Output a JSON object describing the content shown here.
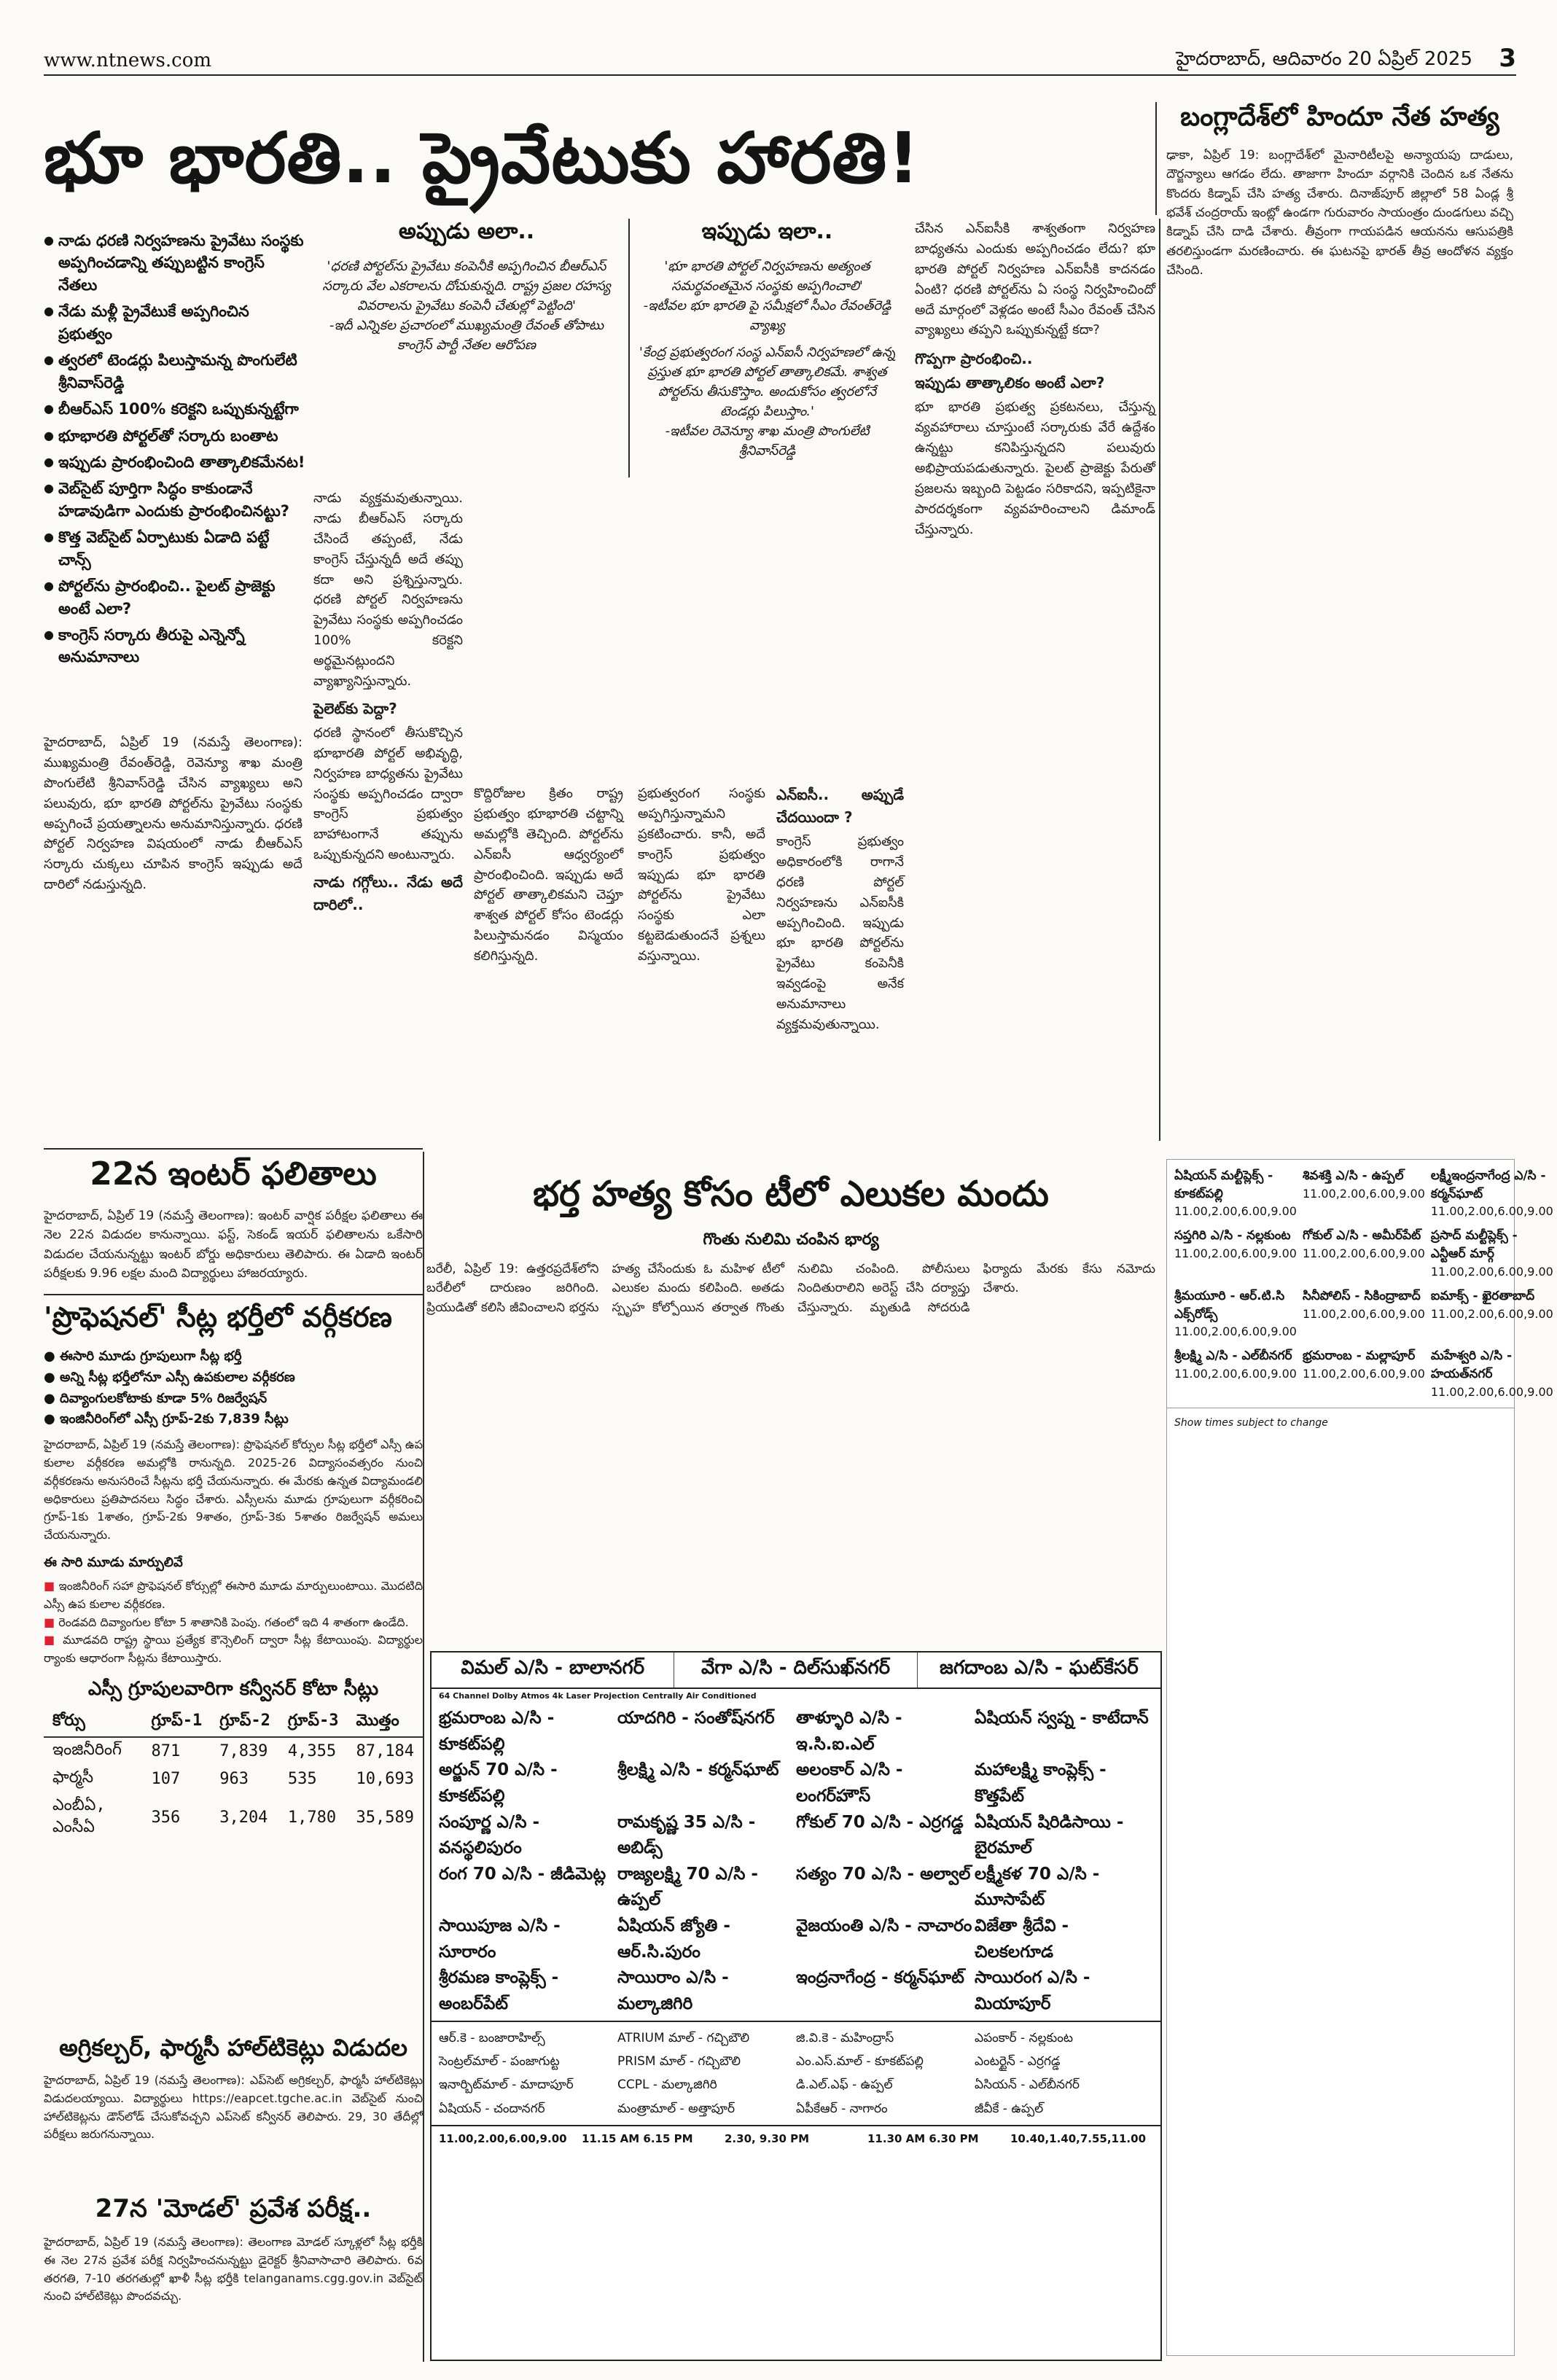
{
  "masthead": {
    "site": "www.ntnews.com",
    "dateline": "హైదరాబాద్‌, ఆదివారం 20 ఏప్రిల్‌ 2025",
    "page": "3"
  },
  "lead": {
    "headline": "భూ భారతి.. ప్రైవేటుకు హారతి!",
    "bullets": [
      "నాడు ధరణి నిర్వహణను ప్రైవేటు సంస్థకు అప్పగించడాన్ని తప్పుబట్టిన కాంగ్రెస్‌ నేతలు",
      "నేడు మళ్లీ ప్రైవేటుకే అప్పగించిన ప్రభుత్వం",
      "త్వరలో టెండర్లు పిలుస్తామన్న పొంగులేటి శ్రీనివాస్‌రెడ్డి",
      "బీఆర్‌ఎస్‌ 100% కరెక్టని ఒప్పుకున్నట్టేగా",
      "భూభారతి పోర్టల్‌తో సర్కారు బంతాట",
      "ఇప్పుడు ప్రారంభించింది తాత్కాలికమేనట!",
      "వెబ్‌సైట్‌ పూర్తిగా సిద్ధం కాకుండానే హడావుడిగా ఎందుకు ప్రారంభించినట్టు?",
      "కొత్త వెబ్‌సైట్‌ ఏర్పాటుకు ఏడాది పట్టే చాన్స్‌",
      "పోర్టల్‌ను ప్రారంభించి.. పైలట్‌ ప్రాజెక్టు అంటే ఎలా?",
      "కాంగ్రెస్‌ సర్కారు తీరుపై ఎన్నెన్నో అనుమానాలు"
    ],
    "then_title": "అప్పుడు అలా..",
    "then_quote": "'ధరణి పోర్టల్‌ను ప్రైవేటు కంపెనీకి అప్పగించిన బీఆర్‌ఎస్‌ సర్కారు వేల ఎకరాలను దోచుకున్నది. రాష్ట్ర ప్రజల రహస్య వివరాలను ప్రైవేటు కంపెనీ చేతుల్లో పెట్టింది'",
    "then_by": "-ఇదీ ఎన్నికల ప్రచారంలో ముఖ్యమంత్రి రేవంత్‌ తోపాటు కాంగ్రెస్‌ పార్టీ నేతల ఆరోపణ",
    "now_title": "ఇప్పుడు ఇలా..",
    "now_quote1": "'భూ భారతి పోర్టల్‌ నిర్వహణను అత్యంత సమర్థవంతమైన సంస్థకు అప్పగించాలి'",
    "now_by1": "-ఇటీవల భూ భారతి పై సమీక్షలో సీఎం రేవంత్‌రెడ్డి వ్యాఖ్య",
    "now_quote2": "'కేంద్ర ప్రభుత్వరంగ సంస్థ ఎన్‌ఐసీ నిర్వహణలో ఉన్న ప్రస్తుత భూ భారతి పోర్టల్‌ తాత్కాలికమే. శాశ్వత పోర్టల్‌ను తీసుకొస్తాం. అందుకోసం త్వరలోనే టెండర్లు పిలుస్తాం.'",
    "now_by2": "-ఇటీవల రెవెన్యూ శాఖ మంత్రి పొంగులేటి శ్రీనివాస్‌రెడ్డి",
    "subhead_pilot": "పైలెట్‌కు పెద్దా?",
    "subhead_nadu": "నాడు గగ్గోలు.. నేడు అదే దారిలో..",
    "subhead_ento": "ఎన్‌ఐసీ.. అప్పుడే చేదయిందా ?",
    "subhead_goppa": "గొప్పగా ప్రారంభించి..",
    "subhead_tatkal": "ఇప్పుడు తాత్కాలికం అంటే ఎలా?",
    "body": [
      "హైదరాబాద్‌, ఏప్రిల్‌ 19 (నమస్తే తెలంగాణ): ముఖ్యమంత్రి రేవంత్‌రెడ్డి, రెవెన్యూ శాఖ మంత్రి పొంగులేటి శ్రీనివాస్‌రెడ్డి చేసిన వ్యాఖ్యలు అని పలువురు, భూ భారతి పోర్టల్‌ను ప్రైవేటు సంస్థకు అప్పగించే ప్రయత్నాలను అనుమానిస్తున్నారు. ధరణి పోర్టల్‌ నిర్వహణ విషయంలో నాడు బీఆర్‌ఎస్‌ సర్కారు చుక్కలు చూపిన కాంగ్రెస్‌ ఇప్పుడు అదే దారిలో నడుస్తున్నది.",
      "నాడు వ్యక్తమవుతున్నాయి. నాడు బీఆర్‌ఎస్‌ సర్కారు చేసిందే తప్పంటే, నేడు కాంగ్రెస్‌ చేస్తున్నదీ అదే తప్పు కదా అని ప్రశ్నిస్తున్నారు. ధరణి పోర్టల్‌ నిర్వహణను ప్రైవేటు సంస్థకు అప్పగించడం 100% కరెక్టని అర్థమైనట్లుందని వ్యాఖ్యానిస్తున్నారు.",
      "ధరణి స్థానంలో తీసుకొచ్చిన భూభారతి పోర్టల్‌ అభివృద్ధి, నిర్వహణ బాధ్యతను ప్రైవేటు సంస్థకు అప్పగించడం ద్వారా కాంగ్రెస్‌ ప్రభుత్వం బాహాటంగానే తప్పును ఒప్పుకున్నదని అంటున్నారు.",
      "కొద్దిరోజుల క్రితం రాష్ట్ర ప్రభుత్వం భూభారతి చట్టాన్ని అమల్లోకి తెచ్చింది. పోర్టల్‌ను ఎన్‌ఐసీ ఆధ్వర్యంలో ప్రారంభించింది. ఇప్పుడు అదే పోర్టల్‌ తాత్కాలికమని చెప్తూ శాశ్వత పోర్టల్‌ కోసం టెండర్లు పిలుస్తామనడం విస్మయం కలిగిస్తున్నది.",
      "ప్రభుత్వరంగ సంస్థకు అప్పగిస్తున్నామని ప్రకటించారు. కానీ, అదే కాంగ్రెస్‌ ప్రభుత్వం ఇప్పుడు భూ భారతి పోర్టల్‌ను ప్రైవేటు సంస్థకు ఎలా కట్టబెడుతుందనే ప్రశ్నలు వస్తున్నాయి.",
      "కాంగ్రెస్‌ ప్రభుత్వం అధికారంలోకి రాగానే ధరణి పోర్టల్‌ నిర్వహణను ఎన్‌ఐసీకి అప్పగించింది. ఇప్పుడు భూ భారతి పోర్టల్‌ను ప్రైవేటు కంపెనీకి ఇవ్వడంపై అనేక అనుమానాలు వ్యక్తమవుతున్నాయి.",
      "చేసిన ఎన్‌ఐసీకి శాశ్వతంగా నిర్వహణ బాధ్యతను ఎందుకు అప్పగించడం లేదు? భూ భారతి పోర్టల్‌ నిర్వహణ ఎన్‌ఐసీకి కాదనడం ఏంటి? ధరణి పోర్టల్‌ను ఏ సంస్థ నిర్వహించిందో అదే మార్గంలో వెళ్లడం అంటే సీఎం రేవంత్‌ చేసిన వ్యాఖ్యలు తప్పని ఒప్పుకున్నట్టే కదా?",
      "భూ భారతి ప్రభుత్వ ప్రకటనలు, చేస్తున్న వ్యవహారాలు చూస్తుంటే సర్కారుకు వేరే ఉద్దేశం ఉన్నట్టు కనిపిస్తున్నదని పలువురు అభిప్రాయపడుతున్నారు. పైలట్‌ ప్రాజెక్టు పేరుతో ప్రజలను ఇబ్బంది పెట్టడం సరికాదని, ఇప్పటికైనా పారదర్శకంగా వ్యవహరించాలని డిమాండ్‌ చేస్తున్నారు."
    ]
  },
  "bangladesh": {
    "title": "బంగ్లాదేశ్‌లో హిందూ నేత హత్య",
    "body": "ఢాకా, ఏప్రిల్‌ 19: బంగ్లాదేశ్‌లో మైనారిటీలపై అన్యాయపు దాడులు, దౌర్జన్యాలు ఆగడం లేదు. తాజాగా హిందూ వర్గానికి చెందిన ఒక నేతను కొందరు కిడ్నాప్‌ చేసి హత్య చేశారు. దినాజ్‌పూర్‌ జిల్లాలో 58 ఏండ్ల శ్రీ భవేశ్‌ చంద్రరాయ్‌ ఇంట్లో ఉండగా గురువారం సాయంత్రం దుండగులు వచ్చి కిడ్నాప్‌ చేసి దాడి చేశారు. తీవ్రంగా గాయపడిన ఆయనను ఆసుపత్రికి తరలిస్తుండగా మరణించారు. ఈ ఘటనపై భారత్‌ తీవ్ర ఆందోళన వ్యక్తం చేసింది."
  },
  "inter": {
    "title": "22న ఇంటర్‌ ఫలితాలు",
    "body": "హైదరాబాద్‌, ఏప్రిల్‌ 19 (నమస్తే తెలంగాణ): ఇంటర్‌ వార్షిక పరీక్షల ఫలితాలు ఈ నెల 22న విడుదల కానున్నాయి. ఫస్ట్‌, సెకండ్‌ ఇయర్‌ ఫలితాలను ఒకేసారి విడుదల చేయనున్నట్టు ఇంటర్‌ బోర్డు అధికారులు తెలిపారు. ఈ ఏడాది ఇంటర్‌ పరీక్షలకు 9.96 లక్షల మంది విద్యార్థులు హాజరయ్యారు."
  },
  "professional": {
    "title": "'ప్రొఫెషనల్‌' సీట్ల భర్తీలో వర్గీకరణ",
    "bullets": [
      "ఈసారి మూడు గ్రూపులుగా సీట్ల భర్తీ",
      "అన్ని సీట్ల భర్తీలోనూ ఎస్సీ ఉపకులాల వర్గీకరణ",
      "దివ్యాంగులకోటాకు కూడా 5% రిజర్వేషన్‌",
      "ఇంజినీరింగ్‌లో ఎస్సీ గ్రూప్‌-2కు 7,839 సీట్లు"
    ],
    "body": "హైదరాబాద్‌, ఏప్రిల్‌ 19 (నమస్తే తెలంగాణ): ప్రొఫెషనల్‌ కోర్సుల సీట్ల భర్తీలో ఎస్సీ ఉప కులాల వర్గీకరణ అమల్లోకి రానున్నది. 2025-26 విద్యాసంవత్సరం నుంచి వర్గీకరణను అనుసరించే సీట్లను భర్తీ చేయనున్నారు. ఈ మేరకు ఉన్నత విద్యామండలి అధికారులు ప్రతిపాదనలు సిద్ధం చేశారు. ఎస్సీలను మూడు గ్రూపులుగా వర్గీకరించి గ్రూప్‌-1కు 1శాతం, గ్రూప్‌-2కు 9శాతం, గ్రూప్‌-3కు 5శాతం రిజర్వేషన్‌ అమలు చేయనున్నారు.",
    "changes_title": "ఈ సారి మూడు మార్పులివే",
    "changes": [
      "ఇంజినీరింగ్‌ సహా ప్రొఫెషనల్‌ కోర్సుల్లో ఈసారి మూడు మార్పులుంటాయి. మొదటిది ఎస్సీ ఉప కులాల వర్గీకరణ.",
      "రెండవది దివ్యాంగుల కోటా 5 శాతానికి పెంపు. గతంలో ఇది 4 శాతంగా ఉండేది.",
      "మూడవది రాష్ట్ర స్థాయి ప్రత్యేక కౌన్సెలింగ్‌ ద్వారా సీట్ల కేటాయింపు. విద్యార్థుల ర్యాంకు ఆధారంగా సీట్లను కేటాయిస్తారు."
    ],
    "table_title": "ఎస్సీ గ్రూపులవారిగా కన్వీనర్‌ కోటా సీట్లు",
    "table_head": [
      "కోర్సు",
      "గ్రూప్‌-1",
      "గ్రూప్‌-2",
      "గ్రూప్‌-3",
      "మొత్తం"
    ],
    "table_rows": [
      [
        "ఇంజినీరింగ్‌",
        "871",
        "7,839",
        "4,355",
        "87,184"
      ],
      [
        "ఫార్మసీ",
        "107",
        "963",
        "535",
        "10,693"
      ],
      [
        "ఎంబీఏ, ఎంసీఏ",
        "356",
        "3,204",
        "1,780",
        "35,589"
      ]
    ]
  },
  "agri": {
    "title": "అగ్రికల్చర్‌, ఫార్మసీ హాల్‌టికెట్లు విడుదల",
    "body": "హైదరాబాద్‌, ఏప్రిల్‌ 19 (నమస్తే తెలంగాణ): ఎప్‌సెట్‌ అగ్రికల్చర్‌, ఫార్మసీ హాల్‌టికెట్లు విడుదలయ్యాయి. విద్యార్థులు https://eapcet.tgche.ac.in వెబ్‌సైట్‌ నుంచి హాల్‌టికెట్లను డౌన్‌లోడ్‌ చేసుకోవచ్చని ఎప్‌సెట్‌ కన్వీనర్‌ తెలిపారు. 29, 30 తేదీల్లో పరీక్షలు జరుగనున్నాయి."
  },
  "model": {
    "title": "27న 'మోడల్‌' ప్రవేశ పరీక్ష..",
    "body": "హైదరాబాద్‌, ఏప్రిల్‌ 19 (నమస్తే తెలంగాణ): తెలంగాణ మోడల్‌ స్కూళ్లలో సీట్ల భర్తీకి ఈ నెల 27న ప్రవేశ పరీక్ష నిర్వహించనున్నట్టు డైరెక్టర్‌ శ్రీనివాసాచారి తెలిపారు. 6వ తరగతి, 7-10 తరగతుల్లో ఖాళీ సీట్ల భర్తీకి telanganams.cgg.gov.in వెబ్‌సైట్‌ నుంచి హాల్‌టికెట్లు పొందవచ్చు."
  },
  "crime": {
    "title": "భర్త హత్య కోసం టీలో ఎలుకల మందు",
    "sub": "గొంతు నులిమి చంపిన భార్య",
    "body": "బరేలీ, ఏప్రిల్‌ 19: ఉత్తరప్రదేశ్‌లోని బరేలీలో దారుణం జరిగింది. ప్రియుడితో కలిసి జీవించాలని భర్తను హత్య చేసేందుకు ఓ మహిళ టీలో ఎలుకల మందు కలిపింది. అతడు స్పృహ కోల్పోయిన తర్వాత గొంతు నులిమి చంపింది. పోలీసులు నిందితురాలిని అరెస్ట్‌ చేసి దర్యాప్తు చేస్తున్నారు. మృతుడి సోదరుడి ఫిర్యాదు మేరకు కేసు నమోదు చేశారు."
  },
  "cinema": {
    "headers": [
      "విమల్‌ ఎ/సి - బాలానగర్‌",
      "వేగా ఎ/సి - దిల్‌సుఖ్‌నగర్‌",
      "జగదాంబ ఎ/సి - ఘట్‌కేసర్‌"
    ],
    "tagline": "64 Channel Dolby Atmos 4k Laser Projection Centrally Air Conditioned",
    "rows": [
      [
        "భ్రమరాంబ ఎ/సి - కూకట్‌పల్లి",
        "యాదగిరి - సంతోష్‌నగర్‌",
        "తాళ్ళూరి ఎ/సి - ఇ.సి.ఐ.ఎల్‌",
        "ఏషియన్‌ స్వప్న - కాటేదాన్‌"
      ],
      [
        "అర్జున్‌ 70 ఎ/సి - కూకట్‌పల్లి",
        "శ్రీలక్ష్మి ఎ/సి - కర్మన్‌ఘాట్‌",
        "అలంకార్‌ ఎ/సి - లంగర్‌హౌస్‌",
        "మహాలక్ష్మి కాంప్లెక్స్‌ - కొత్తపేట్‌"
      ],
      [
        "సంపూర్ణ ఎ/సి - వనస్థలిపురం",
        "రామకృష్ణ 35 ఎ/సి - అబిడ్స్‌",
        "గోకుల్‌ 70 ఎ/సి - ఎర్రగడ్డ",
        "ఏషియన్‌ షిరిడిసాయి - బైరమాల్‌"
      ],
      [
        "రంగ 70 ఎ/సి - జీడిమెట్ల",
        "రాజ్యలక్ష్మి 70 ఎ/సి - ఉప్పల్‌",
        "సత్యం 70 ఎ/సి - అల్వాల్‌",
        "లక్ష్మీకళ 70 ఎ/సి - మూసాపేట్‌"
      ],
      [
        "సాయిపూజ ఎ/సి - సూరారం",
        "ఏషియన్‌ జ్యోతి - ఆర్‌.సి.పురం",
        "వైజయంతి ఎ/సి - నాచారం",
        "విజేతా శ్రీదేవి - చిలకలగూడ"
      ],
      [
        "శ్రీరమణ కాంప్లెక్స్‌ - అంబర్‌పేట్‌",
        "సాయిరాం ఎ/సి - మల్కాజిగిరి",
        "ఇంద్రనాగేంద్ర - కర్మన్‌ఘాట్‌",
        "సాయిరంగ ఎ/సి - మియాపూర్‌"
      ]
    ],
    "venues": [
      "ఆర్‌.కె - బంజారాహిల్స్‌",
      "ATRIUM మాల్‌ - గచ్చిబౌలి",
      "జి.వి.కె - మహింద్రాస్‌",
      "ఎపంకార్‌ - నల్లకుంట",
      "సెంట్రల్‌మాల్‌ - పంజాగుట్ట",
      "PRISM మాల్‌ - గచ్చిబౌలి",
      "ఎం.ఎస్‌.మాల్‌ - కూకట్‌పల్లి",
      "ఎంటర్టైన్‌ - ఎర్రగడ్డ",
      "ఇనార్బిట్‌మాల్‌ - మాదాపూర్‌",
      "CCPL - మల్కాజిగిరి",
      "డి.ఎల్‌.ఎఫ్‌ - ఉప్పల్‌",
      "ఏసియన్‌ - ఎల్‌బీనగర్‌",
      "ఏషియన్‌ - చందానగర్‌",
      "మంత్రామాల్‌ - అత్తాపూర్‌",
      "ఏపీకేఆర్‌ - నాగారం",
      "జీవీకే - ఉప్పల్‌"
    ],
    "times": [
      "11.00,2.00,6.00,9.00",
      "11.15 AM 6.15 PM",
      "2.30, 9.30 PM",
      "11.30 AM 6.30 PM",
      "10.40,1.40,7.55,11.00"
    ]
  },
  "listings_right": [
    "ఏషియన్‌ మల్టీప్లెక్స్‌ - కూకట్‌పల్లి",
    "శివశక్తి ఎ/సి - ఉప్పల్‌",
    "లక్ష్మీఇంద్రనాగేంద్ర ఎ/సి - కర్మన్‌ఘాట్‌",
    "సప్తగిరి ఎ/సి - నల్లకుంట",
    "గోకుల్‌ ఎ/సి - అమీర్‌పేట్‌",
    "ప్రసాద్‌ మల్టీప్లెక్స్‌ - ఎన్టీఆర్‌ మార్గ్‌",
    "శ్రీమయూరి - ఆర్‌.టి.సి ఎక్స్‌రోడ్స్‌",
    "సినీపోలిస్‌ - సికింద్రాబాద్‌",
    "ఐమాక్స్‌ - ఖైరతాబాద్‌",
    "శ్రీలక్ష్మి ఎ/సి - ఎల్‌బీనగర్‌",
    "భ్రమరాంబ - మల్లాపూర్‌",
    "మహేశ్వరి ఎ/సి - హయత్‌నగర్‌"
  ],
  "ads": {
    "times_label": "11.00,2.00,6.00,9.00",
    "contact": "Show times subject to change"
  }
}
